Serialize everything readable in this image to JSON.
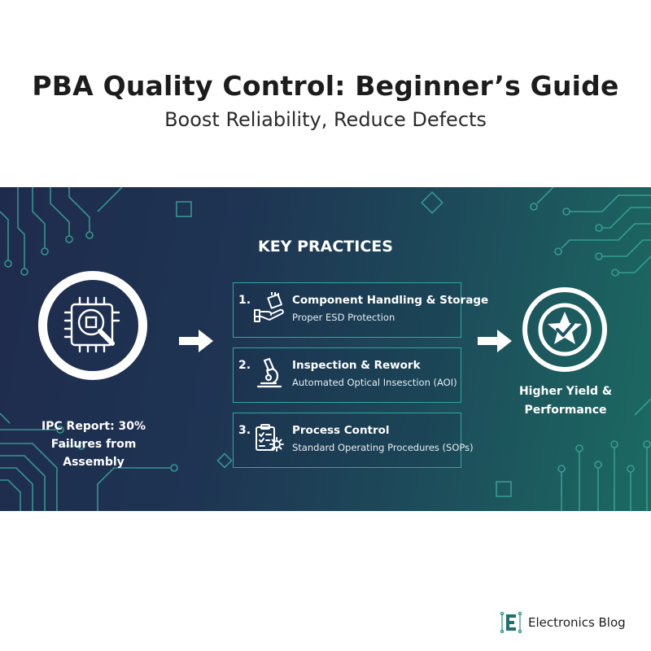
{
  "header": {
    "title": "PBA Quality Control: Beginner’s Guide",
    "subtitle": "Boost Reliability, Reduce Defects"
  },
  "banner": {
    "heading": "KEY PRACTICES",
    "left_caption_line1": "IPC Report: 30%",
    "left_caption_line2": "Failures from Assembly",
    "left_icon": "chip-magnifier-icon",
    "right_caption_line1": "Higher Yield &",
    "right_caption_line2": "Performance",
    "right_icon": "star-badge-icon",
    "practices": [
      {
        "number": "1.",
        "title": "Component Handling & Storage",
        "subtitle": "Proper ESD Protection",
        "icon": "hand-chip-icon"
      },
      {
        "number": "2.",
        "title": "Inspection & Rework",
        "subtitle": "Automated Optical Insesction (AOI)",
        "icon": "microscope-icon"
      },
      {
        "number": "3.",
        "title": "Process Control",
        "subtitle": "Standard Operating Procedures (SOPs)",
        "icon": "clipboard-gear-icon"
      }
    ]
  },
  "footer": {
    "brand": "Electronics Blog",
    "brand_icon": "electronics-blog-logo-icon"
  },
  "colors": {
    "banner_start": "#1f2b4d",
    "banner_end": "#1c6a62",
    "accent_teal": "#2fa7a0"
  }
}
